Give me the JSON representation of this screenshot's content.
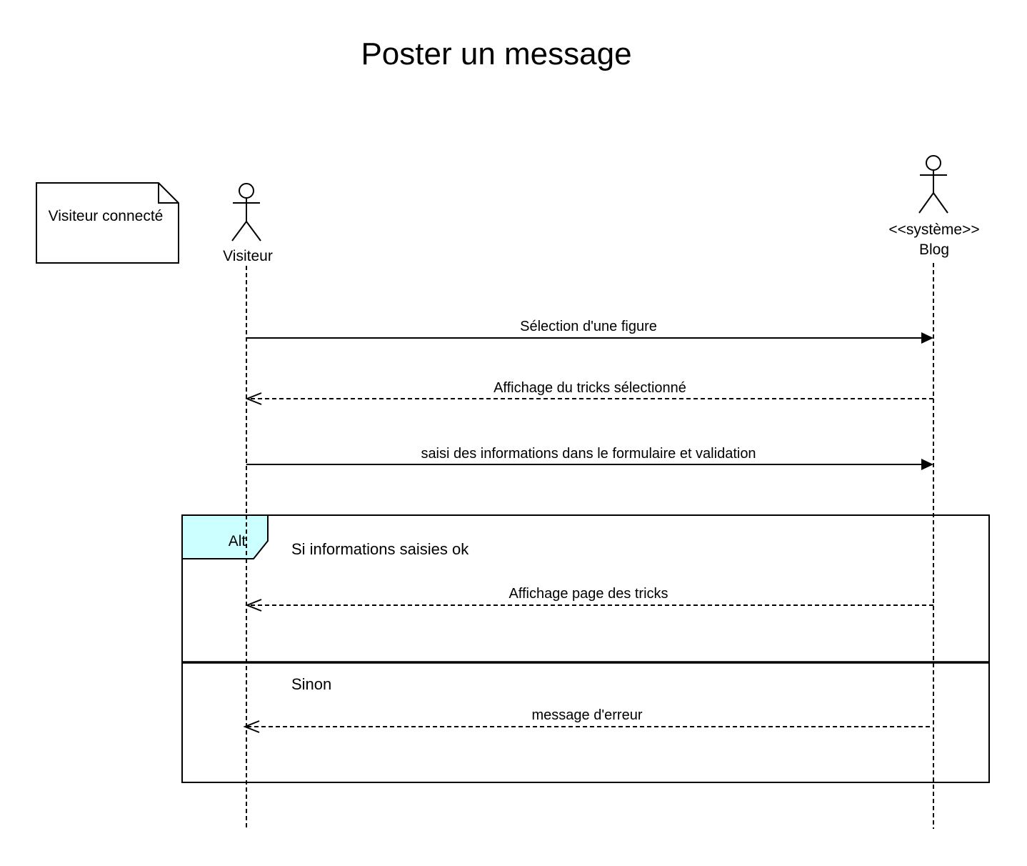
{
  "title": "Poster un message",
  "note": {
    "text": "Visiteur connecté"
  },
  "actors": [
    {
      "name": "Visiteur",
      "stereotype": ""
    },
    {
      "name": "Blog",
      "stereotype": "<<système>>"
    }
  ],
  "messages": [
    {
      "label": "Sélection d'une figure",
      "from": "Visiteur",
      "to": "Blog",
      "kind": "sync"
    },
    {
      "label": "Affichage du tricks sélectionné",
      "from": "Blog",
      "to": "Visiteur",
      "kind": "return"
    },
    {
      "label": "saisi des informations dans le formulaire et validation",
      "from": "Visiteur",
      "to": "Blog",
      "kind": "sync"
    },
    {
      "label": "Affichage page des tricks",
      "from": "Blog",
      "to": "Visiteur",
      "kind": "return"
    },
    {
      "label": "message d'erreur",
      "from": "Blog",
      "to": "Visiteur",
      "kind": "return"
    }
  ],
  "fragment": {
    "operator": "Alt",
    "operands": [
      {
        "guard": "Si informations saisies ok"
      },
      {
        "guard": "Sinon"
      }
    ]
  },
  "colors": {
    "fragment_tab": "#ccffff",
    "stroke": "#000000",
    "background": "#ffffff"
  }
}
